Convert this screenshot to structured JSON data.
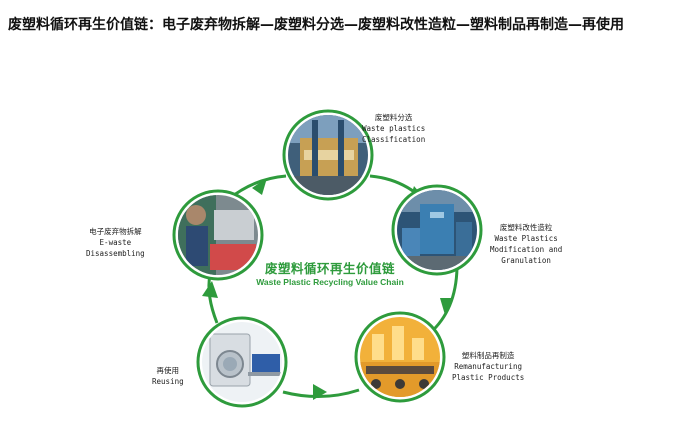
{
  "heading": "废塑料循环再生价值链：电子废弃物拆解—废塑料分选—废塑料改性造粒—塑料制品再制造—再使用",
  "center": {
    "title_cn": "废塑料循环再生价值链",
    "title_en": "Waste Plastic Recycling Value Chain"
  },
  "nodes": [
    {
      "id": "sorting",
      "cn": "废塑料分选",
      "en_lines": [
        "Waste plastics",
        "Classification"
      ],
      "photo": "sorting-plant-photo"
    },
    {
      "id": "granulation",
      "cn": "废塑料改性造粒",
      "en_lines": [
        "Waste Plastics",
        "Modification and",
        "Granulation"
      ],
      "photo": "granulation-plant-photo"
    },
    {
      "id": "remanufacturing",
      "cn": "塑料制品再制造",
      "en_lines": [
        "Remanufacturing",
        "Plastic Products"
      ],
      "photo": "factory-illustration"
    },
    {
      "id": "reusing",
      "cn": "再使用",
      "en_lines": [
        "Reusing"
      ],
      "photo": "appliances-illustration"
    },
    {
      "id": "disassembling",
      "cn": "电子废弃物拆解",
      "en_lines": [
        "E-waste",
        "Disassembling"
      ],
      "photo": "ewaste-disassembly-photo"
    }
  ],
  "colors": {
    "ring": "#2e9b3c",
    "accent": "#2e9b3c",
    "text": "#222222"
  }
}
